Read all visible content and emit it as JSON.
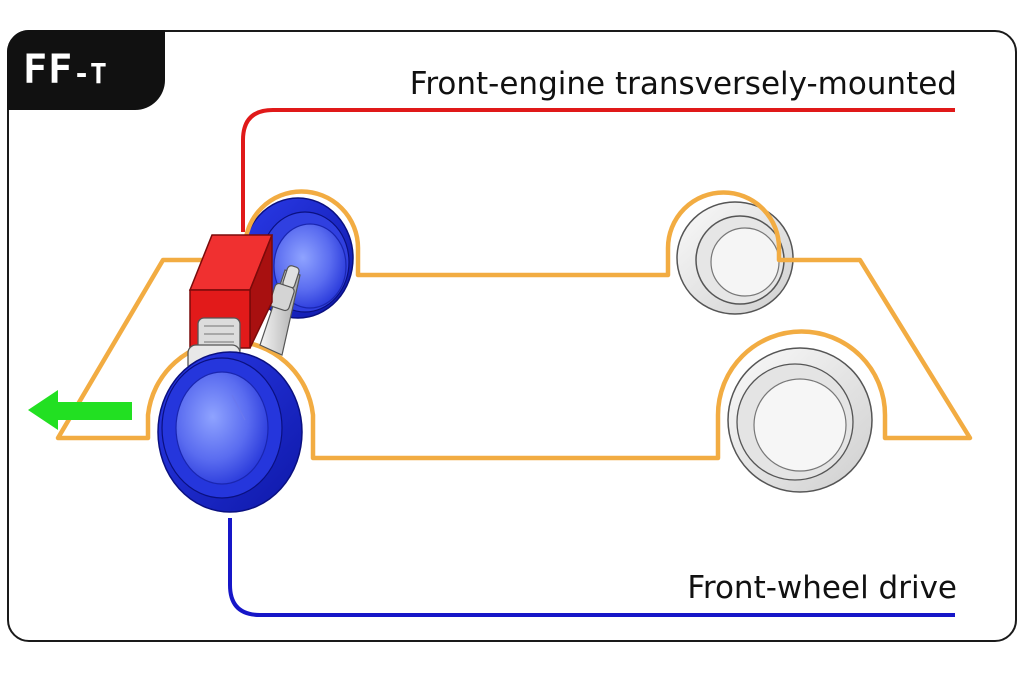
{
  "badge": {
    "main": "FF",
    "suffix": "-T"
  },
  "labels": {
    "engine": "Front-engine transversely-mounted",
    "drive": "Front-wheel drive"
  },
  "colors": {
    "engine_line": "#e01919",
    "drive_line": "#1616c8",
    "chassis": "#f2ac42",
    "drive_wheel": "#1f2fd6",
    "engine_block": "#e21a1a",
    "direction_arrow": "#22e022"
  },
  "icons": [
    "direction-arrow-icon"
  ]
}
